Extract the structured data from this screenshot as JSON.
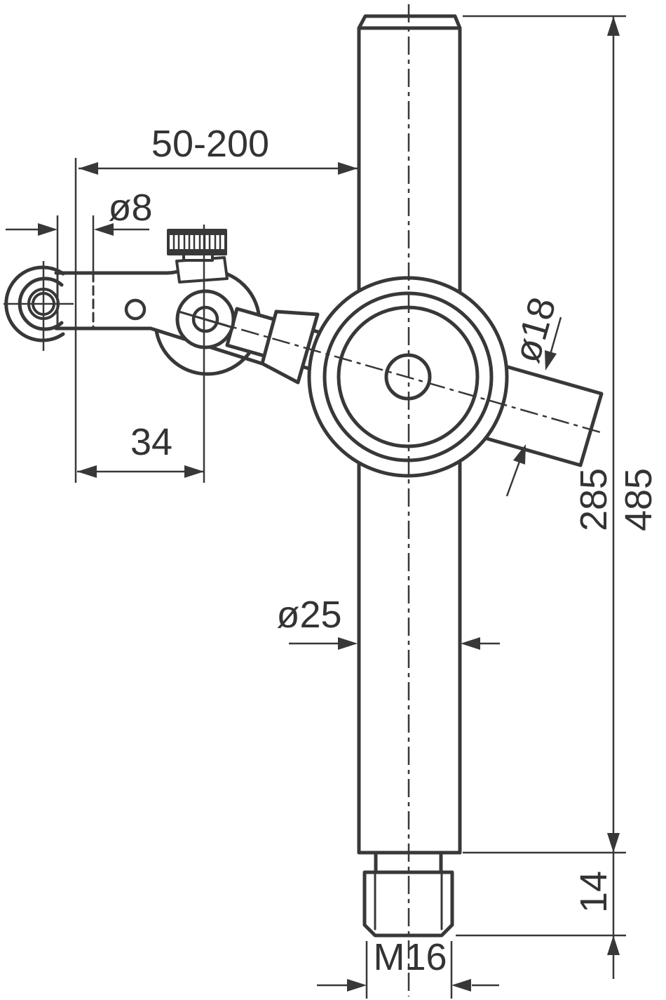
{
  "drawing": {
    "kind": "technical dimension drawing",
    "line_color": "#383838",
    "background_color": "#ffffff",
    "text_color": "#333333"
  },
  "dimensions": {
    "reach": "50-200",
    "probe_hole_diameter": "ø8",
    "arm_offset": "34",
    "rod_diameter": "ø18",
    "column_diameter": "ø25",
    "column_height_short": "285",
    "column_height_long": "485",
    "thread_length": "14",
    "thread": "M16"
  }
}
